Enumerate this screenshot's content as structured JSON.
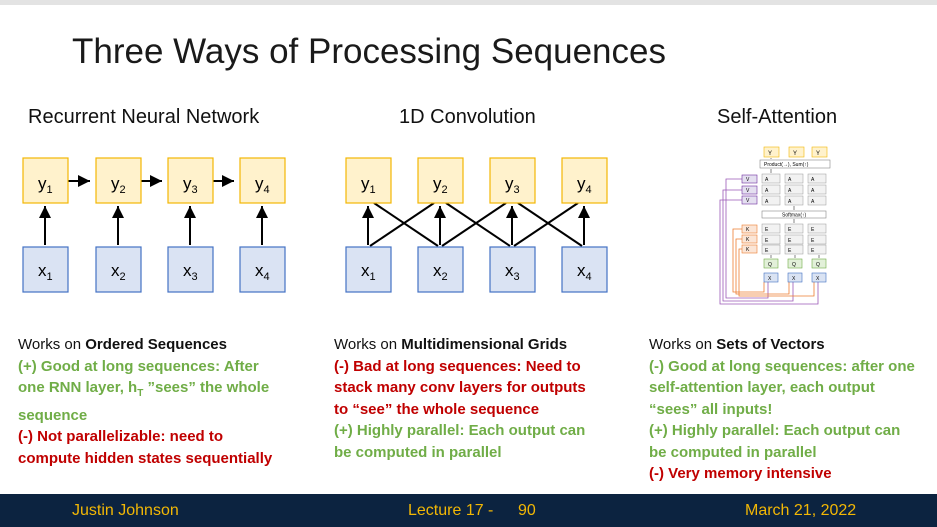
{
  "slide": {
    "title": "Three Ways of Processing Sequences"
  },
  "sections": {
    "rnn": {
      "title": "Recurrent Neural Network",
      "outputs": [
        "y",
        "y",
        "y",
        "y"
      ],
      "inputs": [
        "x",
        "x",
        "x",
        "x"
      ],
      "indices": [
        "1",
        "2",
        "3",
        "4"
      ]
    },
    "conv": {
      "title": "1D Convolution",
      "outputs": [
        "y",
        "y",
        "y",
        "y"
      ],
      "inputs": [
        "x",
        "x",
        "x",
        "x"
      ],
      "indices": [
        "1",
        "2",
        "3",
        "4"
      ]
    },
    "attention": {
      "title": "Self-Attention",
      "top_labels": [
        "Y",
        "Y",
        "Y"
      ],
      "product_label": "Product(→), Sum(↑)",
      "softmax_label": "Softmax(↑)",
      "v_labels": [
        "V",
        "V",
        "V"
      ],
      "k_labels": [
        "K",
        "K",
        "K"
      ],
      "q_labels": [
        "Q",
        "Q",
        "Q"
      ],
      "x_labels": [
        "X",
        "X",
        "X"
      ],
      "a_labels": [
        "A",
        "A",
        "A",
        "A",
        "A",
        "A",
        "A",
        "A",
        "A"
      ],
      "e_labels": [
        "E",
        "E",
        "E",
        "E",
        "E",
        "E",
        "E",
        "E",
        "E"
      ]
    }
  },
  "columns": {
    "rnn": {
      "works_prefix": "Works on ",
      "works_bold": "Ordered Sequences",
      "pro_1": "(+) Good at long sequences: After",
      "pro_2a": "one RNN layer, h",
      "pro_2_sub": "T",
      "pro_2b": " ”sees” the whole",
      "pro_3": "sequence",
      "con_1": "(-) Not parallelizable: need to",
      "con_2": "compute hidden states sequentially"
    },
    "conv": {
      "works_prefix": "Works on ",
      "works_bold": "Multidimensional Grids",
      "con_1": "(-) Bad at long sequences: Need to",
      "con_2": "stack many conv layers for outputs",
      "con_3": "to “see” the whole sequence",
      "pro_1": "(+) Highly parallel: Each output can",
      "pro_2": "be computed in parallel"
    },
    "attention": {
      "works_prefix": "Works on ",
      "works_bold": "Sets of Vectors",
      "pro_1": "(-) Good at long sequences: after one",
      "pro_2": "self-attention layer, each output",
      "pro_3": "“sees” all inputs!",
      "pro_4": "(+) Highly parallel: Each output can",
      "pro_5": "be computed in parallel",
      "con_1": "(-) Very memory intensive"
    }
  },
  "footer": {
    "author": "Justin Johnson",
    "lecture": "Lecture 17 -",
    "page": "90",
    "date": "March 21, 2022"
  },
  "colors": {
    "output_fill": "#fff2cc",
    "output_border": "#f2b705",
    "input_fill": "#dae3f3",
    "input_border": "#4472c4",
    "green": "#70ad47",
    "red": "#c00000",
    "footer_bg": "#0c2340",
    "footer_text": "#f2b705"
  }
}
